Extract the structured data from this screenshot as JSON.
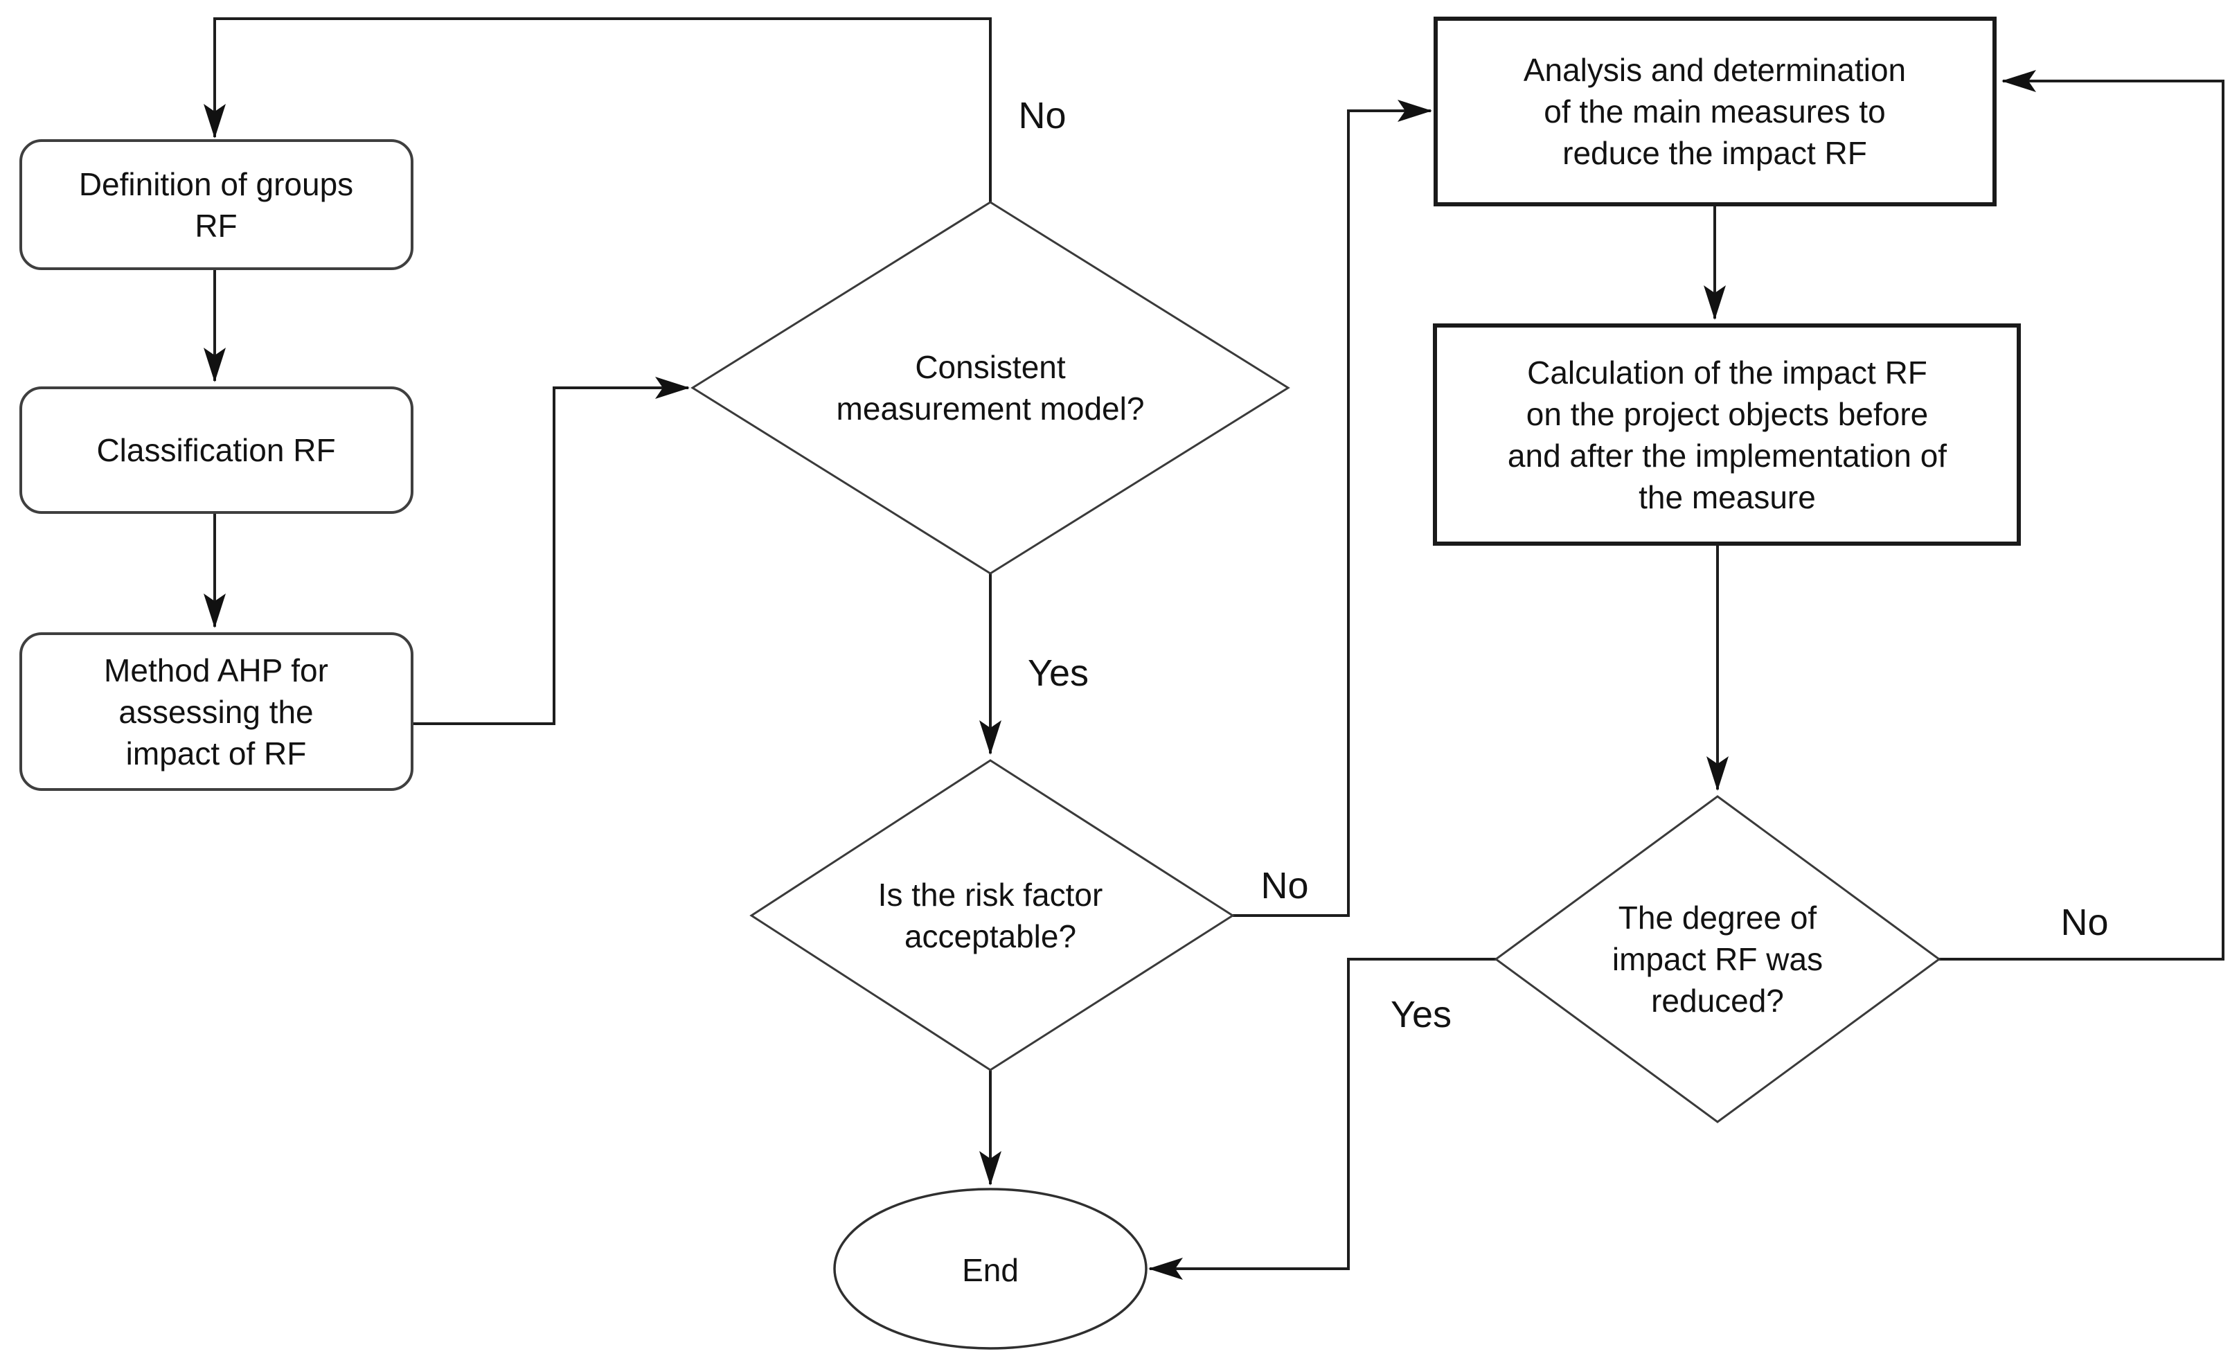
{
  "diagram": {
    "background_color": "#ffffff",
    "line_color": "#1d1d1d",
    "text_color": "#121212",
    "type": "flowchart"
  },
  "nodes": {
    "definition": {
      "lines": [
        "Definition of groups",
        "RF"
      ]
    },
    "classification": {
      "lines": [
        "Classification RF"
      ]
    },
    "ahp": {
      "lines": [
        "Method AHP for",
        "assessing the",
        "impact of RF"
      ]
    },
    "consistent": {
      "lines": [
        "Consistent",
        "measurement model?"
      ]
    },
    "risk_acceptable": {
      "lines": [
        "Is the risk factor",
        "acceptable?"
      ]
    },
    "analysis": {
      "lines": [
        "Analysis and determination",
        "of the main measures to",
        "reduce the impact RF"
      ]
    },
    "calculation": {
      "lines": [
        "Calculation of the impact RF",
        "on the project objects before",
        "and after the implementation of",
        "the measure"
      ]
    },
    "degree_reduced": {
      "lines": [
        "The degree of",
        "impact RF was",
        "reduced?"
      ]
    },
    "end": {
      "label": "End"
    }
  },
  "edge_labels": {
    "consistent_no": "No",
    "consistent_yes": "Yes",
    "risk_no": "No",
    "degree_no": "No",
    "degree_yes": "Yes"
  }
}
